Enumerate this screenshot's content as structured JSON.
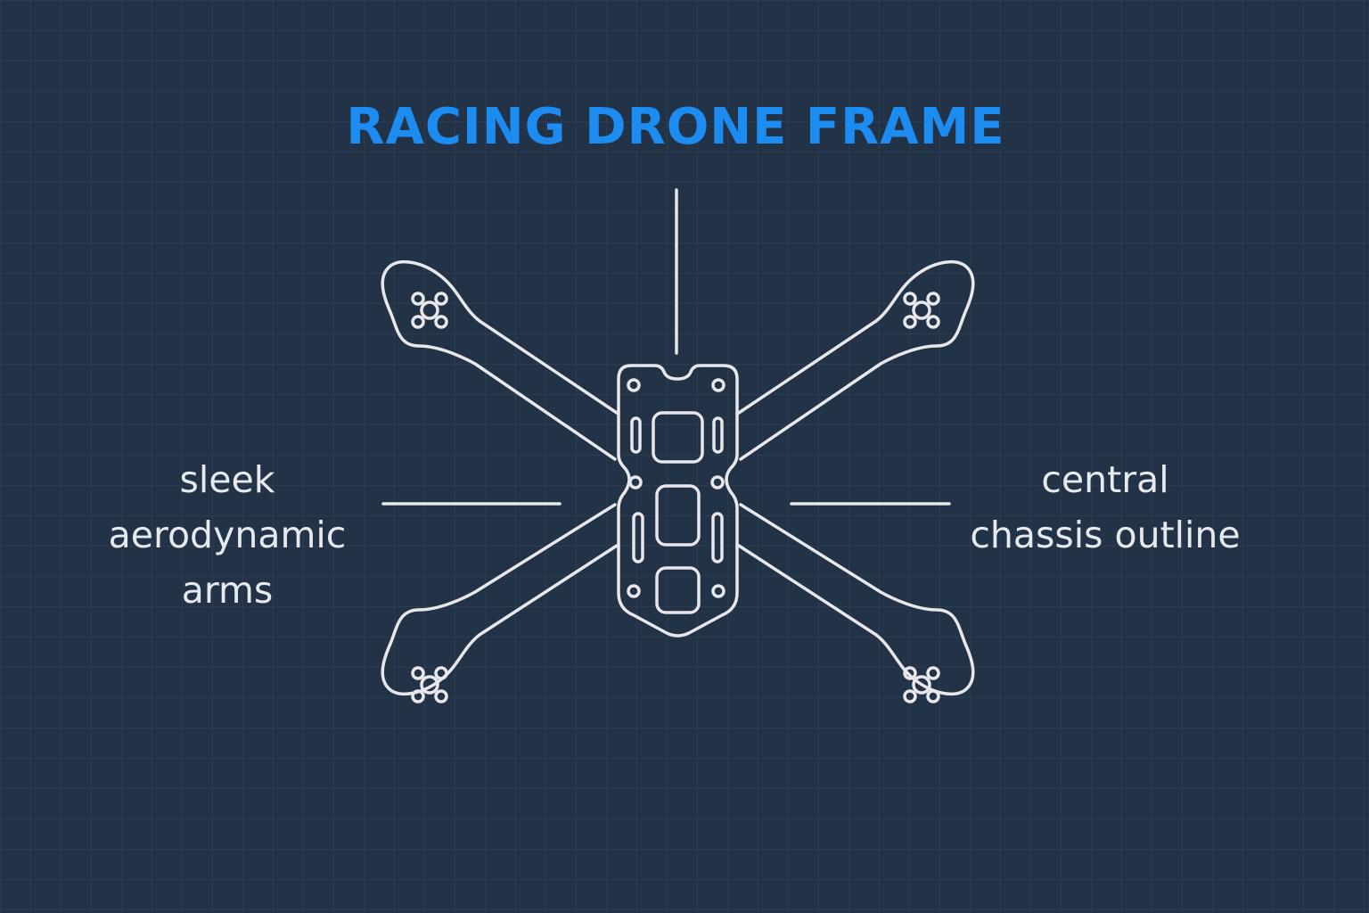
{
  "title": "RACING DRONE FRAME",
  "labels": {
    "left": [
      "sleek",
      "aerodynamic",
      "arms"
    ],
    "right": [
      "central",
      "chassis outline"
    ]
  },
  "colors": {
    "background": "#223247",
    "title": "#1d8cf0",
    "outline": "#e8e8ec",
    "text": "#e6e9ee"
  }
}
